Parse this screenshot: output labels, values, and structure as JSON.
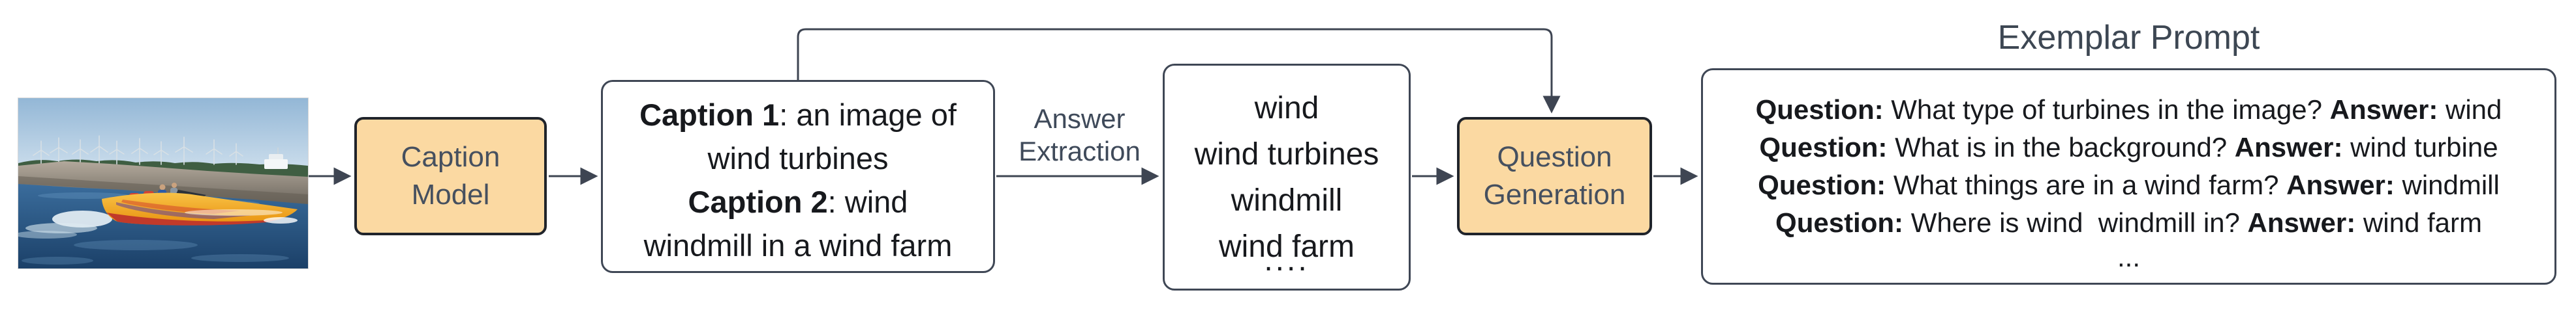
{
  "diagram": {
    "input_image": {
      "description": "photograph: yellow speedboat on blue water in front of a rocky breakwater with wind turbines on the horizon"
    },
    "caption_model": {
      "lines": [
        "Caption",
        "Model"
      ]
    },
    "captions_box": {
      "rich_lines": [
        [
          {
            "b": "Caption 1"
          },
          {
            "t": ": an image of"
          }
        ],
        [
          {
            "t": "wind turbines"
          }
        ],
        [
          {
            "b": "Caption 2"
          },
          {
            "t": ": wind"
          }
        ],
        [
          {
            "t": "windmill in a wind farm"
          }
        ]
      ]
    },
    "answer_extraction_label": {
      "lines": [
        "Answer",
        "Extraction"
      ]
    },
    "answers_box": {
      "lines": [
        "wind",
        "wind turbines",
        "windmill",
        "wind farm",
        "...."
      ]
    },
    "question_generation": {
      "lines": [
        "Question",
        "Generation"
      ]
    },
    "exemplar": {
      "title": "Exemplar Prompt",
      "rich_lines": [
        [
          {
            "b": "Question:"
          },
          {
            "t": " What type of turbines in the image? "
          },
          {
            "b": "Answer:"
          },
          {
            "t": " wind"
          }
        ],
        [
          {
            "b": "Question:"
          },
          {
            "t": " What is in the background? "
          },
          {
            "b": "Answer:"
          },
          {
            "t": " wind turbine"
          }
        ],
        [
          {
            "b": "Question:"
          },
          {
            "t": " What things are in a wind farm? "
          },
          {
            "b": "Answer:"
          },
          {
            "t": " windmill"
          }
        ],
        [
          {
            "b": "Question:"
          },
          {
            "t": " Where is wind  windmill in? "
          },
          {
            "b": "Answer:"
          },
          {
            "t": " wind farm"
          }
        ],
        [
          {
            "t": "..."
          }
        ]
      ]
    },
    "colors": {
      "accent_fill": "#fbd9a2",
      "accent_border": "#20242b",
      "white_box_border": "#3f4755",
      "arrow": "#3e4552",
      "slate_text": "#46505f",
      "dark_text": "#17191d"
    }
  }
}
